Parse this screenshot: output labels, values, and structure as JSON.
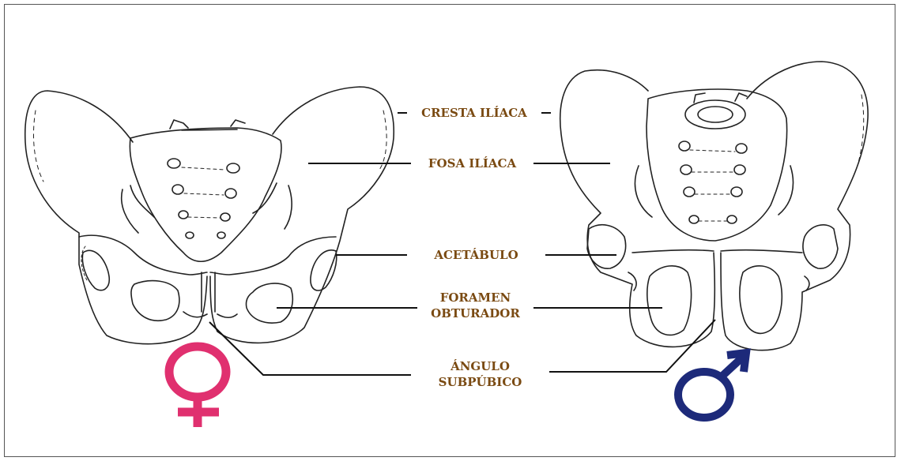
{
  "labels": {
    "cresta": "CRESTA ILÍACA",
    "fosa": "FOSA ILÍACA",
    "acetabulo": "ACETÁBULO",
    "foramen_line1": "FORAMEN",
    "foramen_line2": "OBTURADOR",
    "angulo_line1": "ÁNGULO",
    "angulo_line2": "SUBPÚBICO"
  },
  "colors": {
    "label_text": "#7a4a12",
    "female_symbol": "#e0306f",
    "male_symbol": "#1d2a7a",
    "outline": "#222222"
  },
  "icons": {
    "female": "female-sign-icon",
    "male": "male-sign-icon"
  }
}
